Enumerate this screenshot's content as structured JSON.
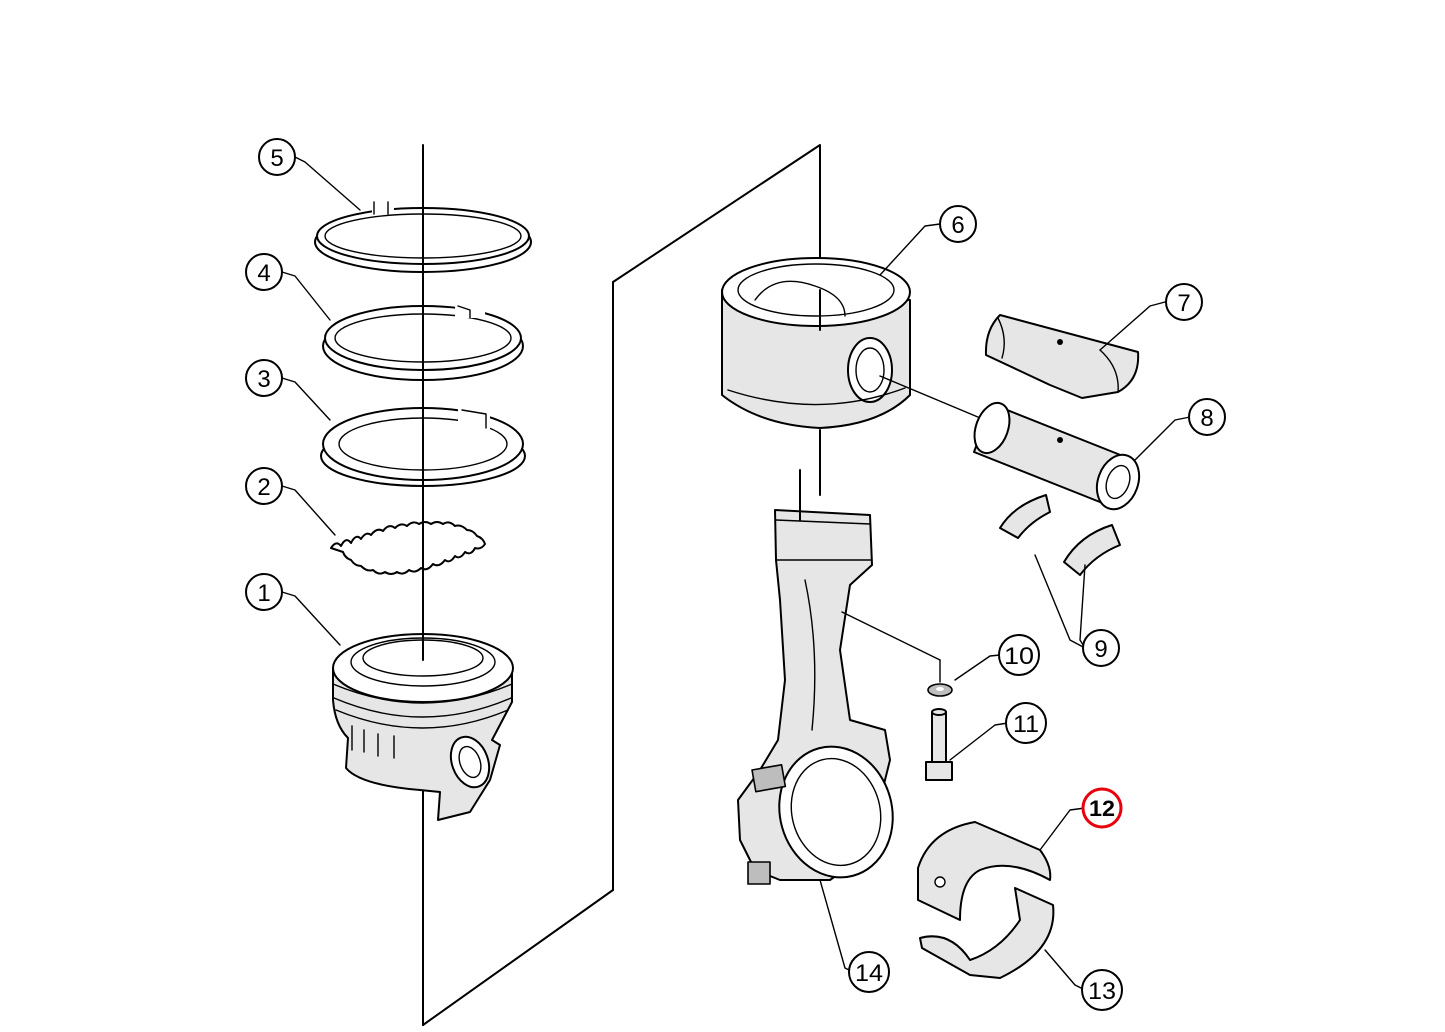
{
  "diagram": {
    "highlight_color": "#e8000b",
    "callouts": [
      {
        "id": "c1",
        "label": "1",
        "part": "piston-assembly",
        "highlighted": false
      },
      {
        "id": "c2",
        "label": "2",
        "part": "oil-ring-expander",
        "highlighted": false
      },
      {
        "id": "c3",
        "label": "3",
        "part": "oil-control-ring",
        "highlighted": false
      },
      {
        "id": "c4",
        "label": "4",
        "part": "second-compression-ring",
        "highlighted": false
      },
      {
        "id": "c5",
        "label": "5",
        "part": "top-compression-ring",
        "highlighted": false
      },
      {
        "id": "c6",
        "label": "6",
        "part": "piston",
        "highlighted": false
      },
      {
        "id": "c7",
        "label": "7",
        "part": "pin-bushing-half",
        "highlighted": false
      },
      {
        "id": "c8",
        "label": "8",
        "part": "piston-pin",
        "highlighted": false
      },
      {
        "id": "c9",
        "label": "9",
        "part": "thrust-washers",
        "highlighted": false
      },
      {
        "id": "c10",
        "label": "10",
        "part": "washer",
        "highlighted": false
      },
      {
        "id": "c11",
        "label": "11",
        "part": "connecting-rod-bolt",
        "highlighted": false
      },
      {
        "id": "c12",
        "label": "12",
        "part": "upper-bearing-shell",
        "highlighted": true
      },
      {
        "id": "c13",
        "label": "13",
        "part": "lower-bearing-shell",
        "highlighted": false
      },
      {
        "id": "c14",
        "label": "14",
        "part": "connecting-rod",
        "highlighted": false
      }
    ]
  }
}
